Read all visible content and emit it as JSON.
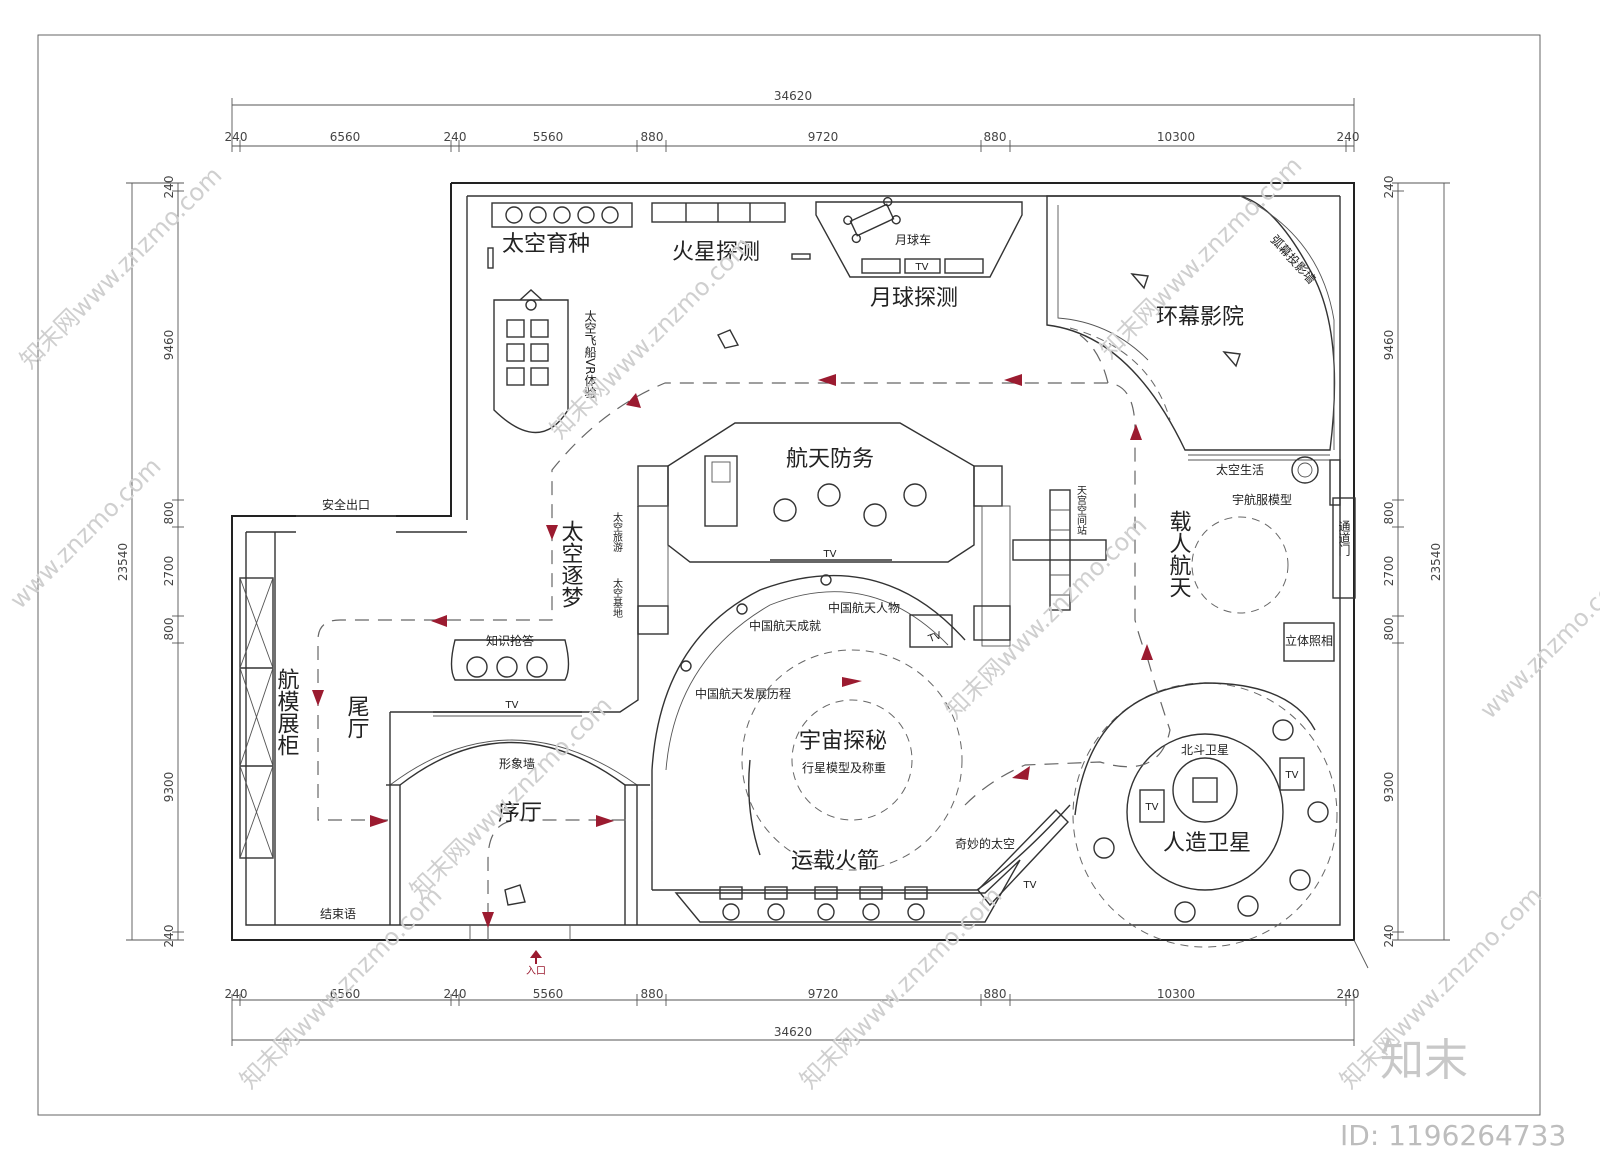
{
  "dimensions": {
    "total_width": "34620",
    "total_height": "23540",
    "top_row": [
      "240",
      "6560",
      "240",
      "5560",
      "880",
      "9720",
      "880",
      "10300",
      "240"
    ],
    "side_col": [
      "240",
      "9460",
      "800",
      "2700",
      "800",
      "9300",
      "240"
    ]
  },
  "zones": {
    "space_breeding": "太空育种",
    "mars": "火星探测",
    "moon": "月球探测",
    "moon_rover": "月球车",
    "dome_cinema": "环幕影院",
    "arc_screen": "弧幕投影墙",
    "vr_ship": "太空飞船VR体验",
    "defense": "航天防务",
    "station": "天宫空间站",
    "dream": "太空逐梦",
    "travel": "太空旅游",
    "base": "太空基地",
    "safe_exit": "安全出口",
    "quiz": "知识抢答",
    "model_cabinet": "航模展柜",
    "tail_hall": "尾厅",
    "image_wall": "形象墙",
    "lobby": "序厅",
    "ending": "结束语",
    "entrance": "入口",
    "achievements": "中国航天成就",
    "people": "中国航天人物",
    "history": "中国航天发展历程",
    "cosmos": "宇宙探秘",
    "planet_scale": "行星模型及称重",
    "rocket": "运载火箭",
    "wonder": "奇妙的太空",
    "beidou": "北斗卫星",
    "satellite": "人造卫星",
    "manned": "载人航天",
    "space_life": "太空生活",
    "suit_model": "宇航服模型",
    "passage": "通道门",
    "photo": "立体照相",
    "tv": "TV"
  },
  "watermark": {
    "brand": "知末",
    "site": "www.znzmo.com",
    "site_cn": "知末网www.znzmo.com",
    "id": "ID: 1196264733"
  }
}
